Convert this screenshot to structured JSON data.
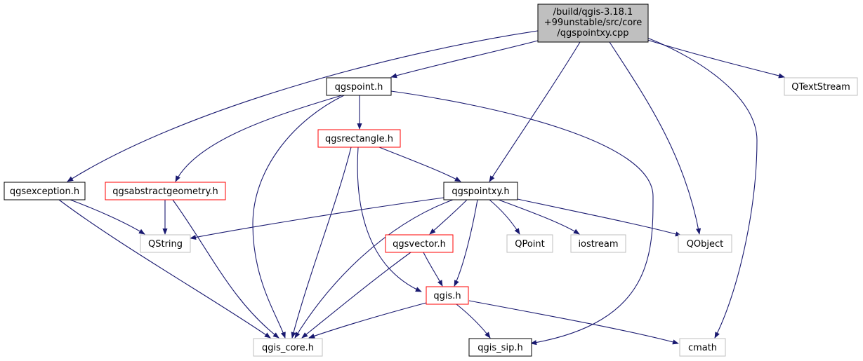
{
  "diagram": {
    "colors": {
      "edge": "#191970",
      "root_fill": "#bfbfbf",
      "root_border": "#000000",
      "node_border_black": "#000000",
      "node_border_red": "#ff0000",
      "node_border_gray": "#bfbfbf"
    },
    "nodes": {
      "root": [
        "/build/qgis-3.18.1",
        "+99unstable/src/core",
        "/qgspointxy.cpp"
      ],
      "qgspoint_h": "qgspoint.h",
      "qtextstream": "QTextStream",
      "qgsrectangle_h": "qgsrectangle.h",
      "qgsexception_h": "qgsexception.h",
      "qgsabstractgeometry_h": "qgsabstractgeometry.h",
      "qgspointxy_h": "qgspointxy.h",
      "qstring": "QString",
      "qgsvector_h": "qgsvector.h",
      "qpoint": "QPoint",
      "iostream": "iostream",
      "qobject": "QObject",
      "qgis_h": "qgis.h",
      "qgis_core_h": "qgis_core.h",
      "qgis_sip_h": "qgis_sip.h",
      "cmath": "cmath"
    }
  }
}
